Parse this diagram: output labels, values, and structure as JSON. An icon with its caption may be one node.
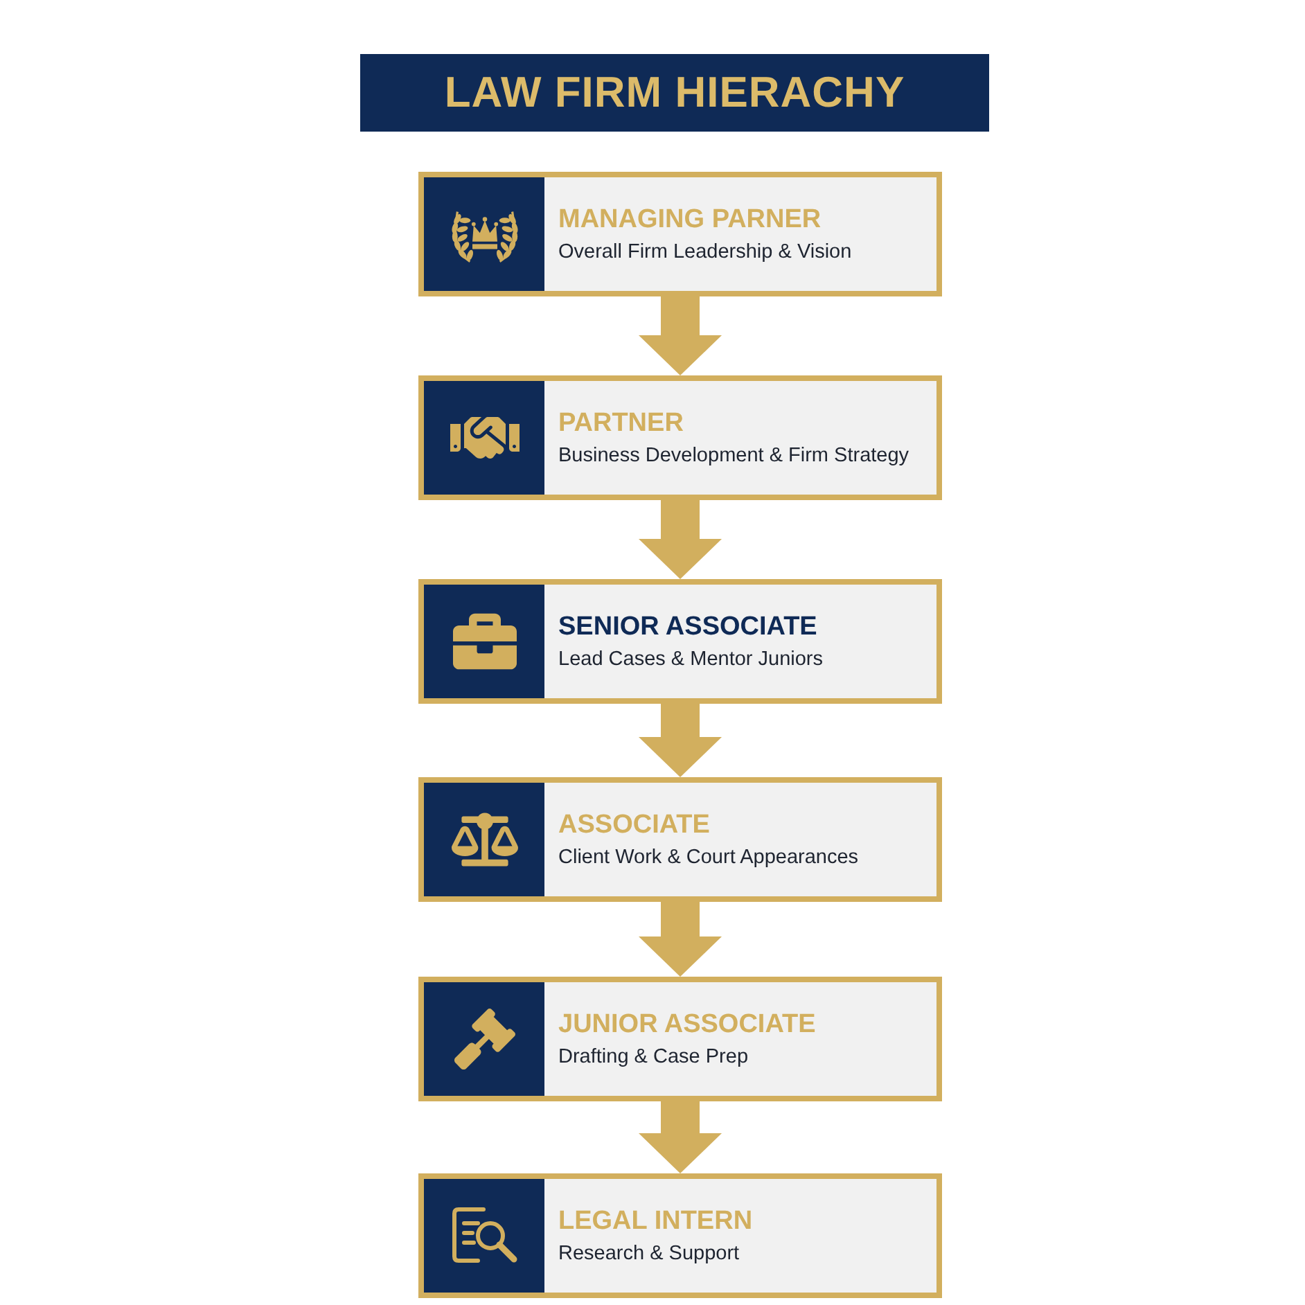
{
  "diagram": {
    "title": "LAW FIRM HIERACHY",
    "nodes": [
      {
        "text": [
          "MANAGING PARNER",
          "Overall Firm Leadership & Vision"
        ]
      },
      {
        "text": [
          "PARTNER",
          "Business Development & Firm Strategy"
        ]
      },
      {
        "text": [
          "SENIOR ASSOCIATE",
          "Lead Cases & Mentor Juniors"
        ]
      },
      {
        "text": [
          "ASSOCIATE",
          "Client Work & Court Appearances"
        ]
      },
      {
        "text": [
          "JUNIOR ASSOCIATE",
          "Drafting & Case Prep"
        ]
      },
      {
        "text": [
          "LEGAL INTERN",
          "Research & Support"
        ]
      }
    ],
    "edges": [
      {
        "from": 0,
        "to": 1,
        "arrow": "to"
      },
      {
        "from": 1,
        "to": 2,
        "arrow": "to"
      },
      {
        "from": 2,
        "to": 3,
        "arrow": "to"
      },
      {
        "from": 3,
        "to": 4,
        "arrow": "to"
      },
      {
        "from": 4,
        "to": 5,
        "arrow": "to"
      }
    ]
  }
}
